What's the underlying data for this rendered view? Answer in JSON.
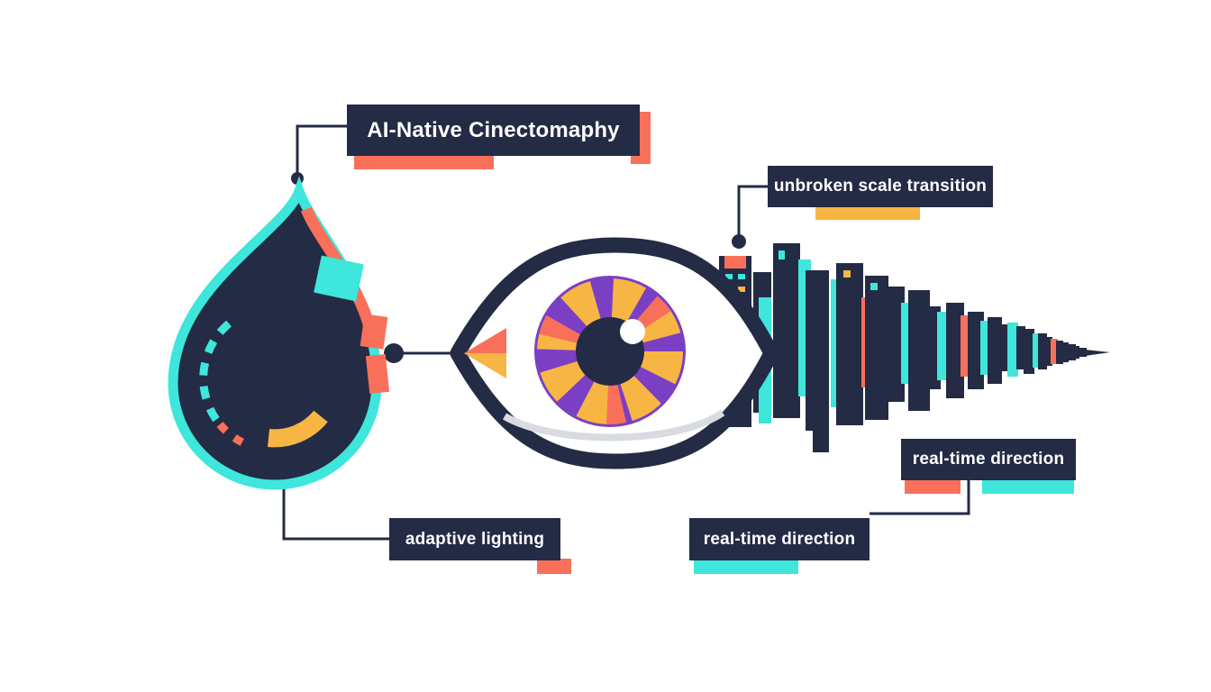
{
  "title": {
    "label": "AI-Native Cinectomaphy"
  },
  "callouts": {
    "scale_transition": {
      "label": "unbroken scale transition"
    },
    "realtime_right": {
      "label": "real-time direction"
    },
    "realtime_bottom": {
      "label": "real-time direction"
    },
    "adaptive_lighting": {
      "label": "adaptive lighting"
    }
  },
  "icons": {
    "droplet": "droplet-icon",
    "eye": "eye-icon",
    "skyline": "city-skyline-icon"
  },
  "colors": {
    "navy": "#232b45",
    "cyan": "#3ee6db",
    "coral": "#f8705a",
    "orange": "#f7b643",
    "purple": "#7b3fc4",
    "background": "#ffffff"
  }
}
